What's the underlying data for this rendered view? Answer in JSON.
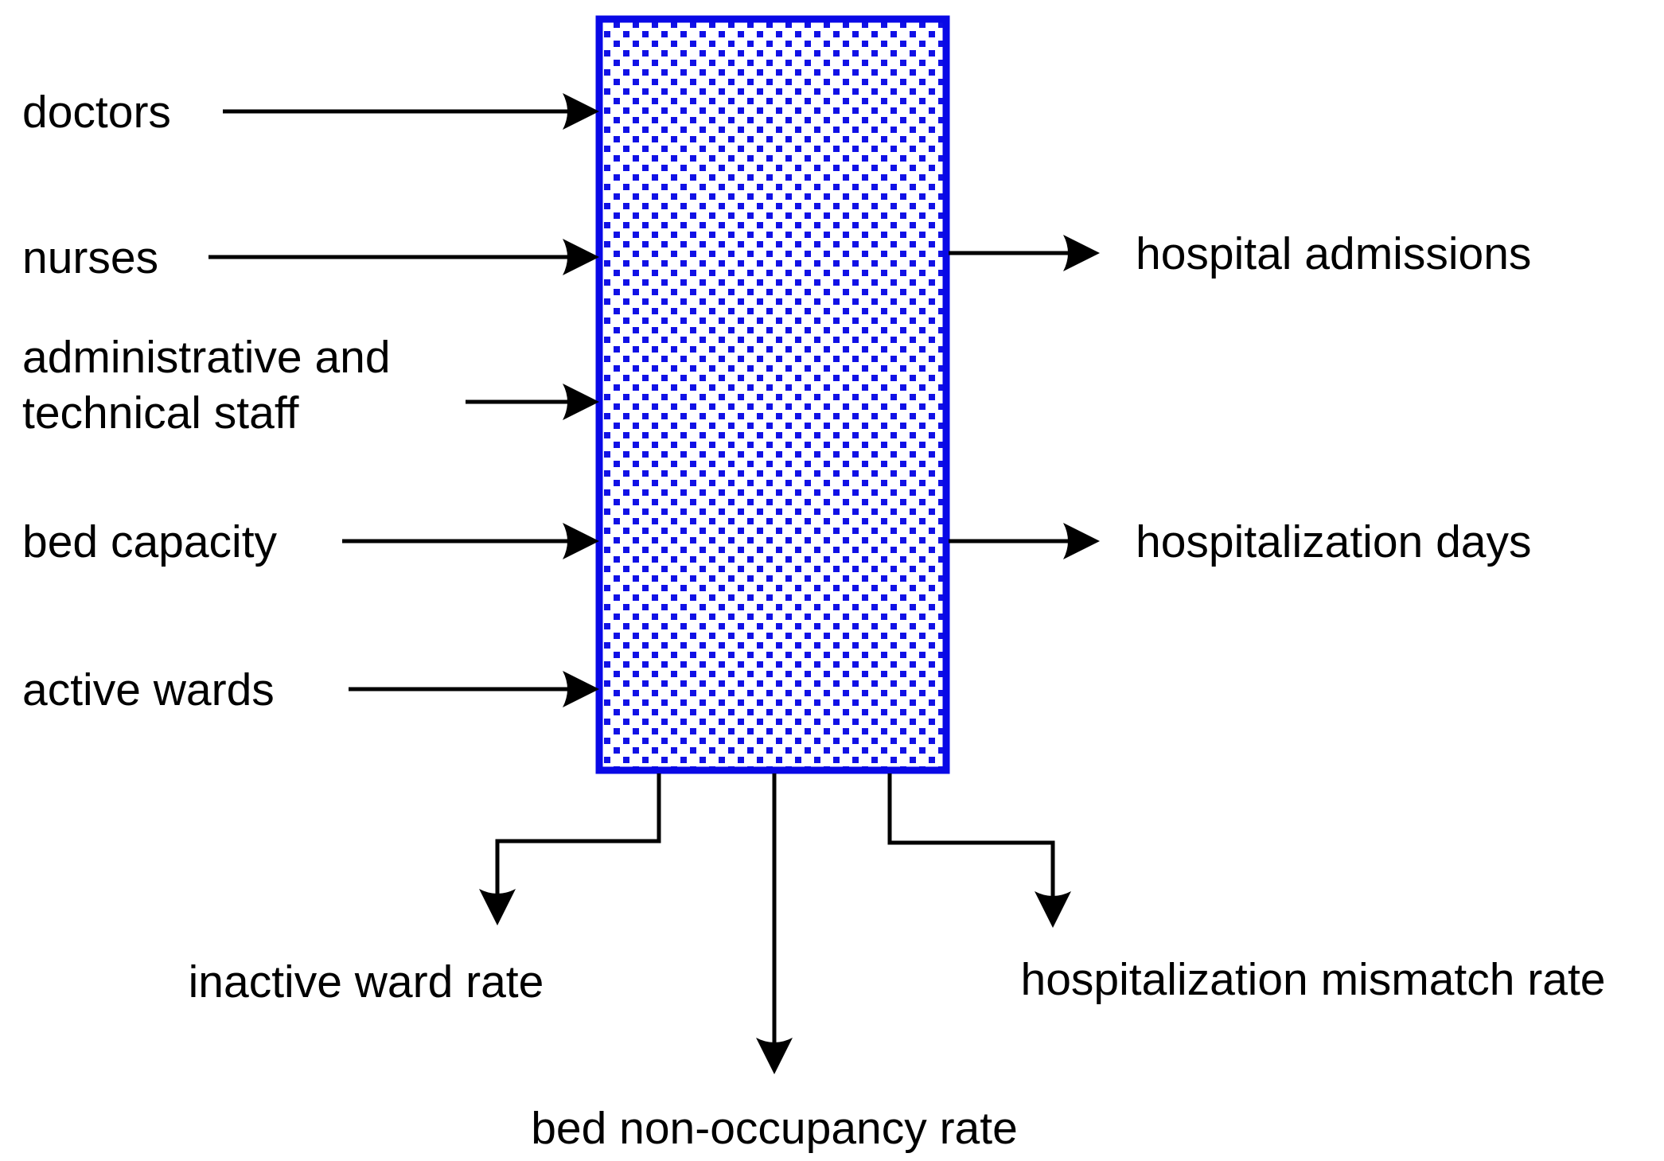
{
  "diagram": {
    "inputs": [
      {
        "label": "doctors"
      },
      {
        "label": "nurses"
      },
      {
        "label_line1": "administrative and",
        "label_line2": "technical staff"
      },
      {
        "label": "bed capacity"
      },
      {
        "label": "active wards"
      }
    ],
    "outputs_right": [
      {
        "label": "hospital admissions"
      },
      {
        "label": "hospitalization days"
      }
    ],
    "outputs_bottom": [
      {
        "label": "inactive ward rate"
      },
      {
        "label": "bed non-occupancy rate"
      },
      {
        "label": "hospitalization mismatch rate"
      }
    ],
    "colors": {
      "box_blue": "#0909e6",
      "dot_blue": "#1111e6",
      "line_black": "#000000",
      "background": "#ffffff"
    }
  }
}
